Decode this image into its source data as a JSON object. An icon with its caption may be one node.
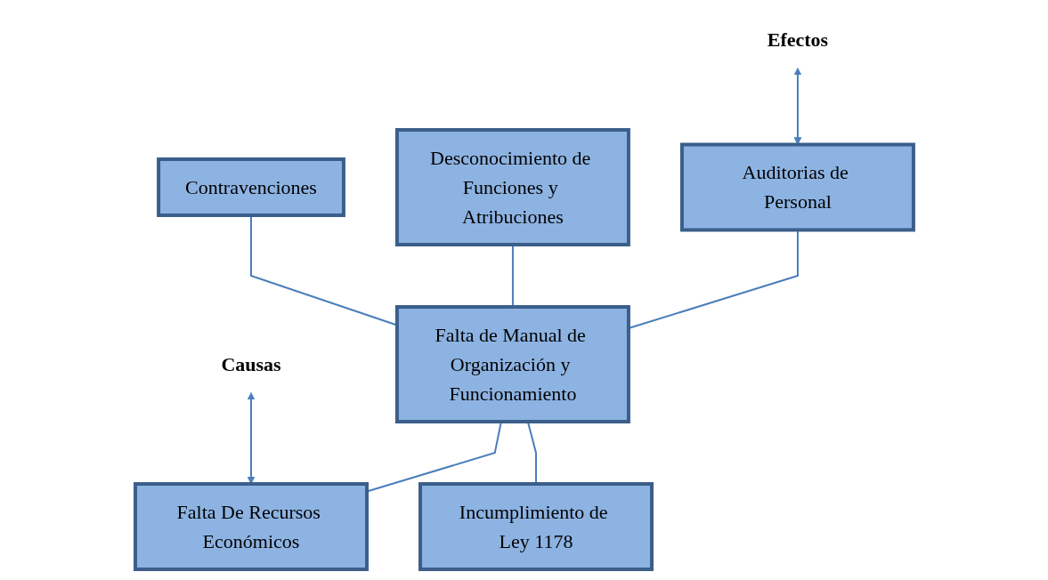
{
  "diagram": {
    "nodes": [
      {
        "text": [
          "Contravenciones"
        ]
      },
      {
        "text": [
          "Desconocimiento de Funciones y Atribuciones"
        ]
      },
      {
        "text": [
          "Auditorias de Personal"
        ]
      },
      {
        "text": [
          "Causas"
        ]
      },
      {
        "text": [
          "Falta de Manual de Organización y Funcionamiento"
        ]
      },
      {
        "text": [
          "Efectos"
        ]
      },
      {
        "text": [
          "Falta De Recursos Económicos"
        ]
      },
      {
        "text": [
          "Incumplimiento de Ley 1178"
        ]
      }
    ],
    "edges": [
      {
        "from": 0,
        "to": 4,
        "arrow": "none"
      },
      {
        "from": 1,
        "to": 4,
        "arrow": "none"
      },
      {
        "from": 2,
        "to": 4,
        "arrow": "none"
      },
      {
        "from": 4,
        "to": 6,
        "arrow": "none"
      },
      {
        "from": 4,
        "to": 7,
        "arrow": "none"
      },
      {
        "from": 3,
        "to": 6,
        "arrow": "both"
      },
      {
        "from": 5,
        "to": 2,
        "arrow": "both"
      }
    ]
  }
}
